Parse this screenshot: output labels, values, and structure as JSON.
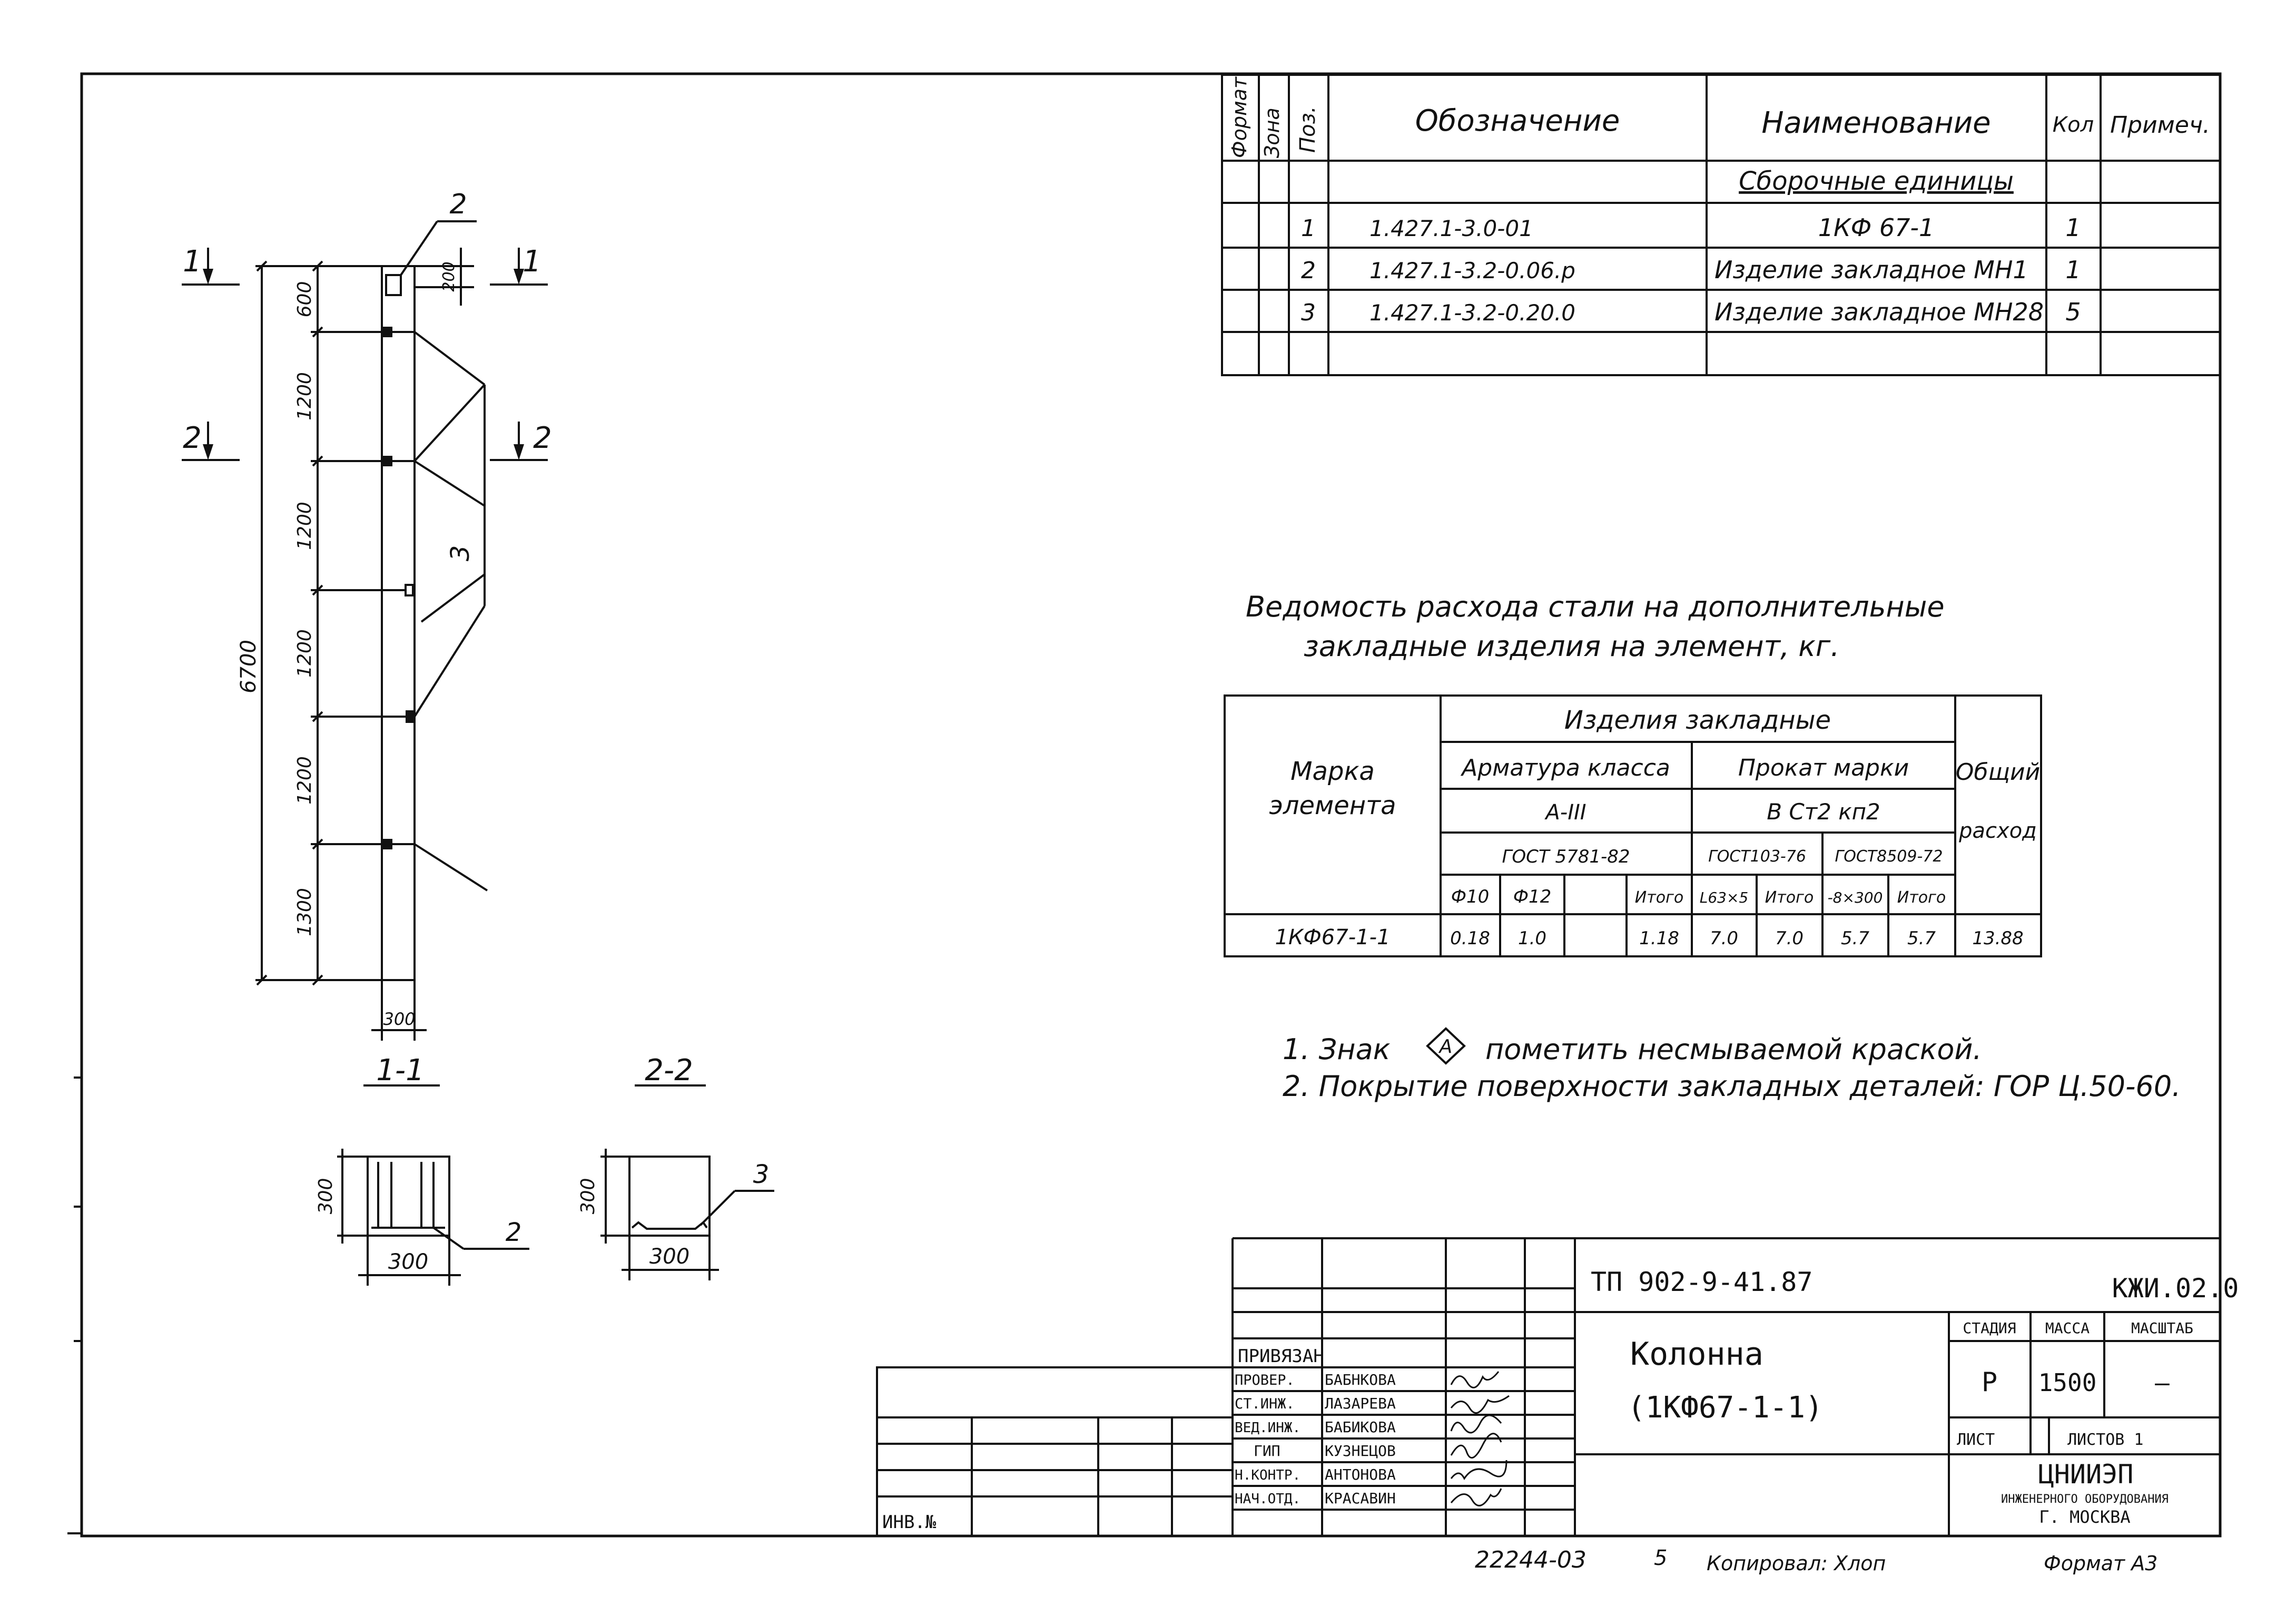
{
  "spec_table": {
    "headers": {
      "format": "Формат",
      "zone": "Зона",
      "pos": "Поз.",
      "designation": "Обозначение",
      "name": "Наименование",
      "qty": "Кол",
      "note": "Примеч."
    },
    "section_title": "Сборочные единицы",
    "rows": [
      {
        "pos": "1",
        "designation": "1.427.1-3.0-01",
        "name": "1КФ 67-1",
        "qty": "1"
      },
      {
        "pos": "2",
        "designation": "1.427.1-3.2-0.06.р",
        "name": "Изделие закладное МН1",
        "qty": "1"
      },
      {
        "pos": "3",
        "designation": "1.427.1-3.2-0.20.0",
        "name": "Изделие закладное МН28",
        "qty": "5"
      }
    ]
  },
  "steel_title": {
    "line1": "Ведомость расхода стали на дополнительные",
    "line2": "закладные изделия на элемент, кг."
  },
  "steel_table": {
    "mark_header": "Марка элемента",
    "mark_line1": "Марка",
    "mark_line2": "элемента",
    "embedded": "Изделия закладные",
    "rebar_class": "Арматура класса",
    "rebar_grade": "А-III",
    "rebar_gost": "ГОСТ 5781-82",
    "rolled_mark": "Прокат марки",
    "rolled_grade": "В Ст2 кп2",
    "gost_103": "ГОСТ103-76",
    "gost_8509": "ГОСТ8509-72",
    "total_header_line1": "Общий",
    "total_header_line2": "расход",
    "sub_headers": [
      "Ф10",
      "Ф12",
      "",
      "Итого",
      "L63×5",
      "Итого",
      "-8×300",
      "Итого"
    ],
    "row": {
      "mark": "1КФ67-1-1",
      "values": [
        "0.18",
        "1.0",
        "",
        "1.18",
        "7.0",
        "7.0",
        "5.7",
        "5.7",
        "13.88"
      ]
    }
  },
  "notes": {
    "n1_prefix": "1. Знак",
    "n1_symbol": "А",
    "n1_text": "пометить несмываемой краской.",
    "n2": "2. Покрытие поверхности закладных деталей: ГОР Ц.50-60."
  },
  "drawing": {
    "section_marks": [
      "1",
      "1",
      "2",
      "2"
    ],
    "callouts": {
      "c2": "2",
      "c3": "3"
    },
    "dims_vertical": [
      "600",
      "1200",
      "1200",
      "1200",
      "1200",
      "1300"
    ],
    "dim_total": "6700",
    "dim_top_plate": "200",
    "dim_width": "300",
    "section_1_label": "1-1",
    "section_2_label": "2-2",
    "sec1_height": "300",
    "sec1_width": "300",
    "sec1_callout": "2",
    "sec2_height": "300",
    "sec2_width": "300",
    "sec2_callout": "3"
  },
  "title_block": {
    "project": "ТП 902-9-41.87",
    "code": "КЖИ.02.0",
    "object_line1": "Колонна",
    "object_line2": "(1КФ67-1-1)",
    "stage_h": "СТАДИЯ",
    "mass_h": "МАССА",
    "scale_h": "МАСШТАБ",
    "stage": "Р",
    "mass": "1500",
    "scale": "—",
    "sheet_h": "ЛИСТ",
    "sheets_h": "ЛИСТОВ 1",
    "org1": "ЦНИИЭП",
    "org2": "ИНЖЕНЕРНОГО ОБОРУДОВАНИЯ",
    "org3": "Г. МОСКВА",
    "signers": [
      {
        "role": "ПРОВЕР.",
        "name": "БАБНКОВА"
      },
      {
        "role": "СТ.ИНЖ.",
        "name": "ЛАЗАРЕВА"
      },
      {
        "role": "ВЕД.ИНЖ.",
        "name": "БАБИКОВА"
      },
      {
        "role": "ГИП",
        "name": "КУЗНЕЦОВ"
      },
      {
        "role": "Н.КОНТР.",
        "name": "АНТОНОВА"
      },
      {
        "role": "НАЧ.ОТД.",
        "name": "КРАСАВИН"
      }
    ],
    "privyazan": "ПРИВЯЗАН",
    "inv_no": "ИНВ.№"
  },
  "footer": {
    "number": "22244-03",
    "page": "5",
    "copied": "Копировал: Хлоп",
    "format": "Формат А3"
  }
}
